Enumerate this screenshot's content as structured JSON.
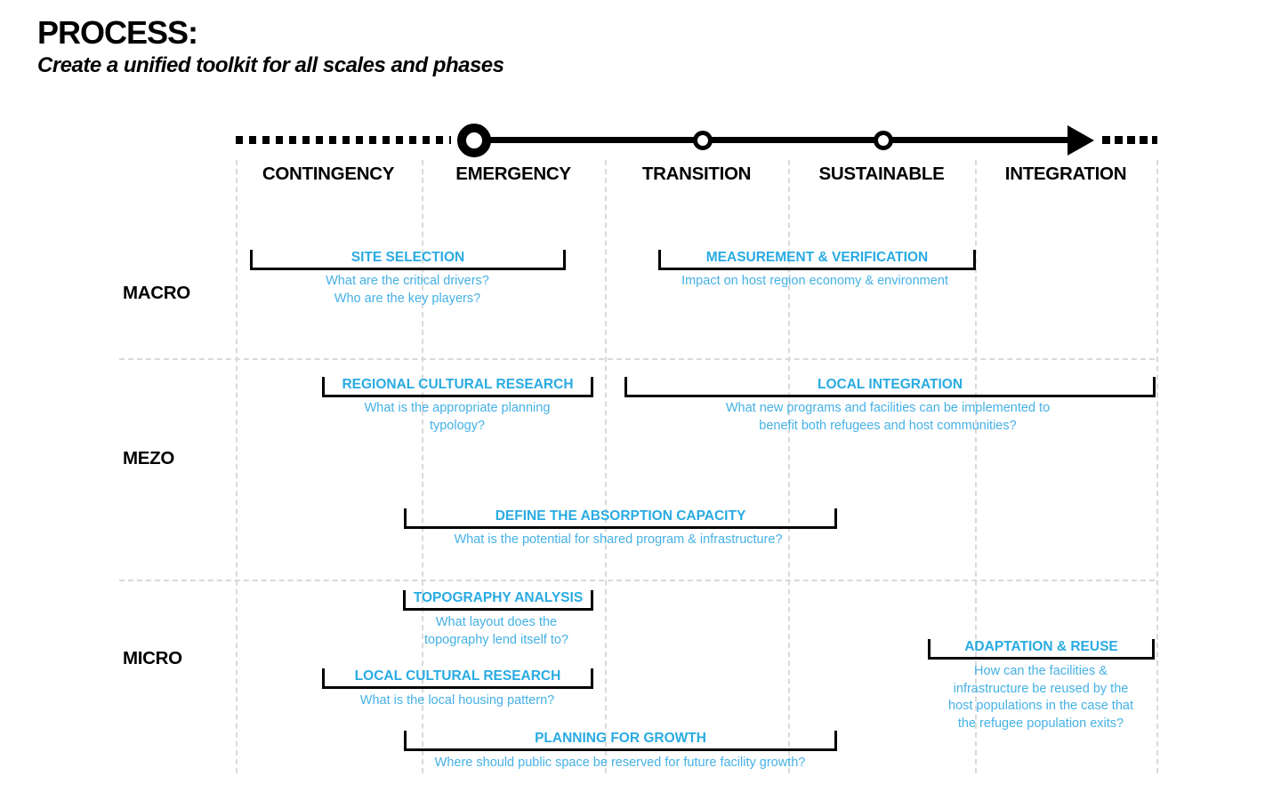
{
  "header": {
    "title": "PROCESS:",
    "subtitle": "Create a unified toolkit for all scales and phases"
  },
  "timeline": {
    "phases": [
      "CONTINGENCY",
      "EMERGENCY",
      "TRANSITION",
      "SUSTAINABLE",
      "INTEGRATION"
    ]
  },
  "rows": [
    "MACRO",
    "MEZO",
    "MICRO"
  ],
  "brackets": {
    "site_selection": {
      "title": "SITE SELECTION",
      "questions": [
        "What are the critical drivers?",
        "Who are the key players?"
      ]
    },
    "measurement_verification": {
      "title": "MEASUREMENT & VERIFICATION",
      "questions": [
        "Impact on host region economy & environment"
      ]
    },
    "regional_cultural_research": {
      "title": "REGIONAL CULTURAL RESEARCH",
      "questions": [
        "What is the appropriate planning",
        "typology?"
      ]
    },
    "local_integration": {
      "title": "LOCAL INTEGRATION",
      "questions": [
        "What new programs and facilities can be implemented to",
        "benefit both refugees and host communities?"
      ]
    },
    "define_absorption_capacity": {
      "title": "DEFINE THE ABSORPTION CAPACITY",
      "questions": [
        "What is the potential for shared program & infrastructure?"
      ]
    },
    "topography_analysis": {
      "title": "TOPOGRAPHY ANALYSIS",
      "questions": [
        "What layout does the",
        "topography lend itself to?"
      ]
    },
    "local_cultural_research": {
      "title": "LOCAL CULTURAL RESEARCH",
      "questions": [
        "What is the local housing pattern?"
      ]
    },
    "planning_for_growth": {
      "title": "PLANNING FOR GROWTH",
      "questions": [
        "Where should public space be reserved for future facility growth?"
      ]
    },
    "adaptation_reuse": {
      "title": "ADAPTATION & REUSE",
      "questions": [
        "How can the facilities &",
        "infrastructure be reused by the",
        "host populations in the case that",
        "the refugee population exits?"
      ]
    }
  },
  "colors": {
    "accent": "#29ABE2",
    "question": "#45B1E6",
    "ink": "#000000",
    "grid": "#D9D9D9"
  }
}
